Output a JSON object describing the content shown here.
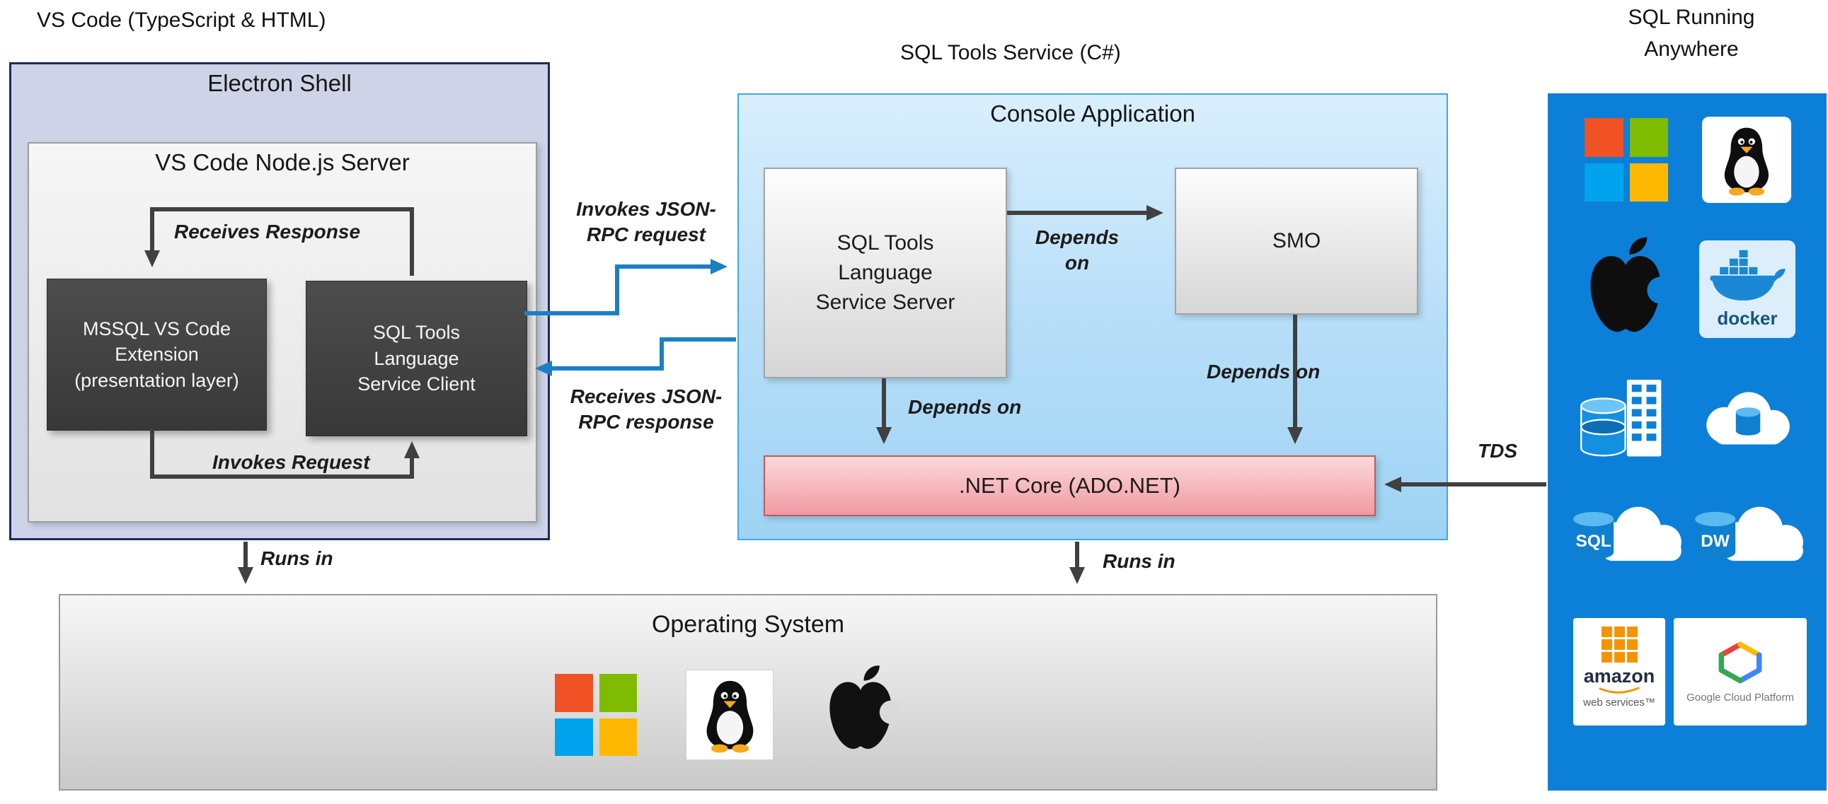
{
  "headers": {
    "vscode": "VS Code (TypeScript & HTML)",
    "sql_tools": "SQL Tools Service (C#)",
    "sql_anywhere": "SQL Running\nAnywhere"
  },
  "electron": {
    "title": "Electron Shell",
    "node_server_title": "VS Code Node.js Server",
    "mssql_box": "MSSQL VS Code Extension (presentation layer)",
    "client_box": "SQL Tools Language Service Client",
    "receives_response_label": "Receives Response",
    "invokes_request_label": "Invokes Request"
  },
  "rpc": {
    "invokes_label": "Invokes JSON-\nRPC request",
    "receives_label": "Receives JSON-\nRPC response"
  },
  "console_app": {
    "title": "Console Application",
    "server_box": "SQL Tools Language Service Server",
    "smo_box": "SMO",
    "netcore_box": ".NET Core (ADO.NET)",
    "depends_on_smo": "Depends\non",
    "depends_on_net_left": "Depends on",
    "depends_on_net_right": "Depends on"
  },
  "os": {
    "title": "Operating System",
    "runs_in_left": "Runs in",
    "runs_in_middle": "Runs in"
  },
  "tds": {
    "label": "TDS"
  },
  "right_panel": {
    "docker_label": "docker",
    "sql_label": "SQL",
    "dw_label": "DW",
    "aws_name": "amazon",
    "aws_sub": "web services™",
    "gcp_label": "Google Cloud Platform",
    "icon_names": [
      "windows-logo",
      "linux-tux",
      "apple-logo",
      "docker-whale",
      "sql-server-database-stack",
      "cloud-database",
      "sql-database-cloud",
      "dw-database-cloud",
      "amazon-web-services-logo",
      "google-cloud-platform-logo"
    ]
  },
  "os_icons": [
    "windows-logo",
    "linux-tux",
    "apple-logo"
  ],
  "colors": {
    "panel_blue": "#0c80d8",
    "rpc_arrow_blue": "#1b7fc4",
    "arrow_gray": "#404040",
    "electron_fill": "#ced3e7",
    "electron_border": "#1f2a5a",
    "console_border": "#3fa9e8",
    "netcore_border": "#c55a5a",
    "windows_red": "#f05125",
    "windows_green": "#7fbb00",
    "windows_blue": "#00a3ee",
    "windows_yellow": "#ffb902"
  }
}
